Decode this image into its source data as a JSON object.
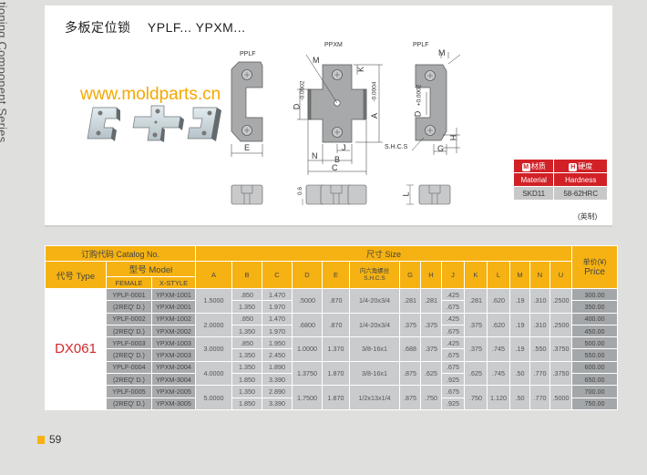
{
  "side_label": "tioning Component Series",
  "title": {
    "cn": "多板定位锁",
    "codes": "YPLF...  YPXM..."
  },
  "watermark": "www.moldparts.cn",
  "diagram": {
    "labels": {
      "pplf_left": "PPLF",
      "ppxm": "PPXM",
      "pplf_right": "PPLF"
    },
    "dims": {
      "E": "E",
      "M": "M",
      "K": "K",
      "D": "D",
      "A": "A",
      "N": "N",
      "B": "B",
      "J": "J",
      "C": "C",
      "G": "G",
      "H": "H",
      "L": "L",
      "shcs": "S.H.C.S",
      "tol_d_left": "0\n-0.0002",
      "tol_a": "0\n-0.0004",
      "tol_d_right": "+0.0002\n0",
      "depth": "0.6"
    }
  },
  "material_table": {
    "headers_cn": [
      {
        "badge": "M",
        "label": "材质"
      },
      {
        "badge": "H",
        "label": "硬度"
      }
    ],
    "headers_en": [
      "Material",
      "Hardness"
    ],
    "values": [
      "SKD11",
      "58-62HRC"
    ],
    "note": "(英制)"
  },
  "table": {
    "header": {
      "catalog": "订购代码 Catalog No.",
      "size": "尺寸 Size",
      "price_cn": "单价(¥)",
      "price_en": "Price",
      "type": "代号 Type",
      "model": "型号 Model",
      "female": "FEMALE",
      "xstyle": "X-STYLE",
      "cols": [
        "A",
        "B",
        "C",
        "D",
        "E",
        "内六角螺丝\nS.H.C.S",
        "G",
        "H",
        "J",
        "K",
        "L",
        "M",
        "N",
        "U"
      ],
      "shcs_cn": "内六角螺丝",
      "shcs_en": "S.H.C.S"
    },
    "type_code": "DX061",
    "groups": [
      {
        "female": [
          "YPLF-0001",
          "(2REQ' D.)"
        ],
        "xstyle": [
          "YPXM-1001",
          "YPXM-2001"
        ],
        "A": "1.5000",
        "B": [
          ".850",
          "1.350"
        ],
        "C": [
          "1.470",
          "1.970"
        ],
        "D": ".5000",
        "E": ".870",
        "shcs": "1/4-20x3/4",
        "G": ".281",
        "H": ".281",
        "J": [
          ".425",
          ".675"
        ],
        "K": ".281",
        "L": ".620",
        "M": ".19",
        "N": ".310",
        "U": ".2500",
        "price": [
          "300.00",
          "350.00"
        ]
      },
      {
        "female": [
          "YPLF-0002",
          "(2REQ' D.)"
        ],
        "xstyle": [
          "YPXM-1002",
          "YPXM-2002"
        ],
        "A": "2.0000",
        "B": [
          ".850",
          "1.350"
        ],
        "C": [
          "1.470",
          "1.970"
        ],
        "D": ".6800",
        "E": ".870",
        "shcs": "1/4-20x3/4",
        "G": ".375",
        "H": ".375",
        "J": [
          ".425",
          ".675"
        ],
        "K": ".375",
        "L": ".620",
        "M": ".19",
        "N": ".310",
        "U": ".2500",
        "price": [
          "400.00",
          "450.00"
        ]
      },
      {
        "female": [
          "YPLF-0003",
          "(2REQ' D.)"
        ],
        "xstyle": [
          "YPXM-1003",
          "YPXM-2003"
        ],
        "A": "3.0000",
        "B": [
          ".850",
          "1.350"
        ],
        "C": [
          "1.950",
          "2.450"
        ],
        "D": "1.0000",
        "E": "1.370",
        "shcs": "3/8-16x1",
        "G": ".688",
        "H": ".375",
        "J": [
          ".425",
          ".675"
        ],
        "K": ".375",
        "L": ".745",
        "M": ".19",
        "N": ".550",
        "U": ".3750",
        "price": [
          "500.00",
          "550.00"
        ]
      },
      {
        "female": [
          "YPLF-0004",
          "(2REQ' D.)"
        ],
        "xstyle": [
          "YPXM-2004",
          "YPXM-3004"
        ],
        "A": "4.0000",
        "B": [
          "1.350",
          "1.850"
        ],
        "C": [
          "1.890",
          "3.390"
        ],
        "D": "1.3750",
        "E": "1.870",
        "shcs": "3/8-16x1",
        "G": ".875",
        "H": ".625",
        "J": [
          ".675",
          ".925"
        ],
        "K": ".625",
        "L": ".745",
        "M": ".50",
        "N": ".770",
        "U": ".3750",
        "price": [
          "600.00",
          "650.00"
        ]
      },
      {
        "female": [
          "YPLF-0005",
          "(2REQ' D.)"
        ],
        "xstyle": [
          "YPXM-2005",
          "YPXM-3005"
        ],
        "A": "5.0000",
        "B": [
          "1.350",
          "1.850"
        ],
        "C": [
          "2.890",
          "3.390"
        ],
        "D": "1.7500",
        "E": "1.870",
        "shcs": "1/2x13x1/4",
        "G": ".875",
        "H": ".750",
        "J": [
          ".675",
          ".925"
        ],
        "K": ".750",
        "L": "1.120",
        "M": ".50",
        "N": ".770",
        "U": ".5000",
        "price": [
          "700.00",
          "750.00"
        ]
      }
    ]
  },
  "page_number": "59",
  "colors": {
    "accent_orange": "#f5b212",
    "accent_red": "#d12127",
    "watermark": "#f4a800",
    "page_bg": "#dfdfdd"
  }
}
